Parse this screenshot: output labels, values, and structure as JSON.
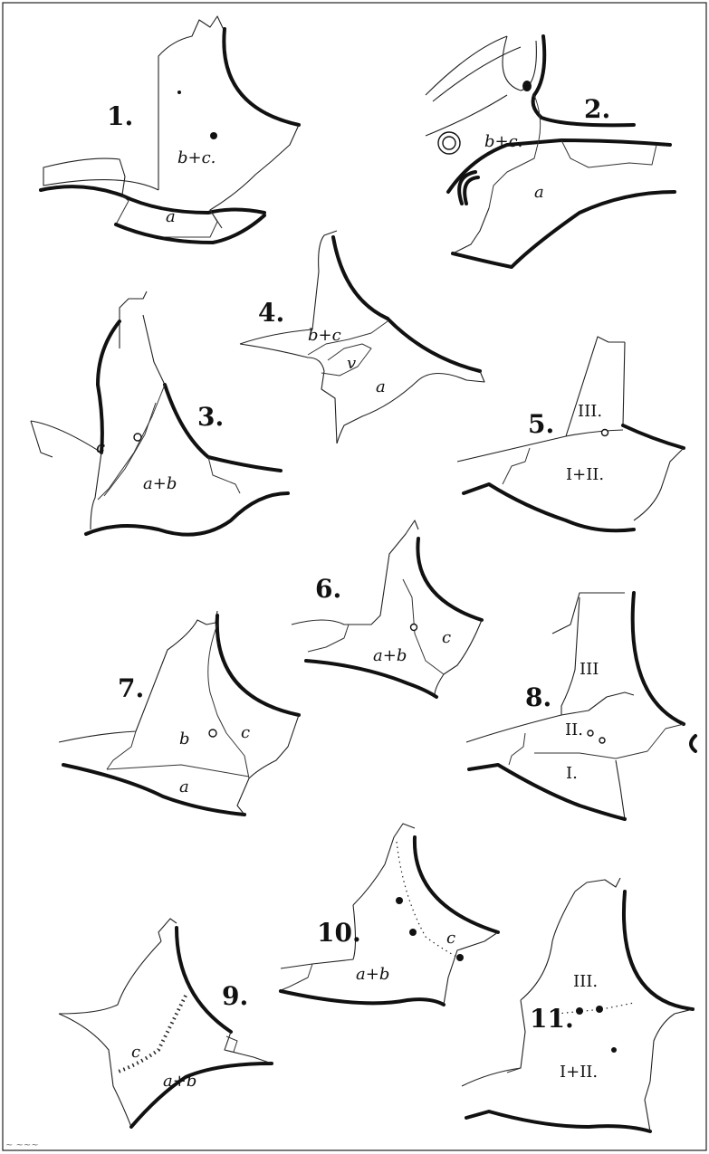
{
  "plate": {
    "figures": [
      {
        "number": "1.",
        "labels": [
          "b+c.",
          "a"
        ]
      },
      {
        "number": "2.",
        "labels": [
          "b+c.",
          "a"
        ]
      },
      {
        "number": "3.",
        "labels": [
          "c",
          "a+b"
        ]
      },
      {
        "number": "4.",
        "labels": [
          "b+c",
          "v",
          "a"
        ]
      },
      {
        "number": "5.",
        "labels": [
          "III.",
          "I+II."
        ]
      },
      {
        "number": "6.",
        "labels": [
          "c",
          "a+b"
        ]
      },
      {
        "number": "7.",
        "labels": [
          "b",
          "c",
          "a"
        ]
      },
      {
        "number": "8.",
        "labels": [
          "III",
          "II.",
          "I."
        ]
      },
      {
        "number": "9.",
        "labels": [
          "c",
          "a+b"
        ]
      },
      {
        "number": "10.",
        "labels": [
          "c",
          "a+b"
        ]
      },
      {
        "number": "11.",
        "labels": [
          "III.",
          "I+II."
        ]
      }
    ],
    "corner_scribble": "~ ~~~"
  }
}
